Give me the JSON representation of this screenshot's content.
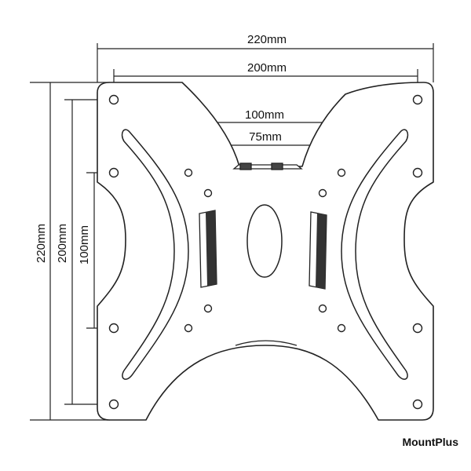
{
  "dimensions": {
    "top_outer": "220mm",
    "top_inner": "200mm",
    "top_mid": "100mm",
    "top_small": "75mm",
    "left_outer": "220mm",
    "left_inner": "200mm",
    "left_small": "100mm"
  },
  "brand": "MountPlus"
}
